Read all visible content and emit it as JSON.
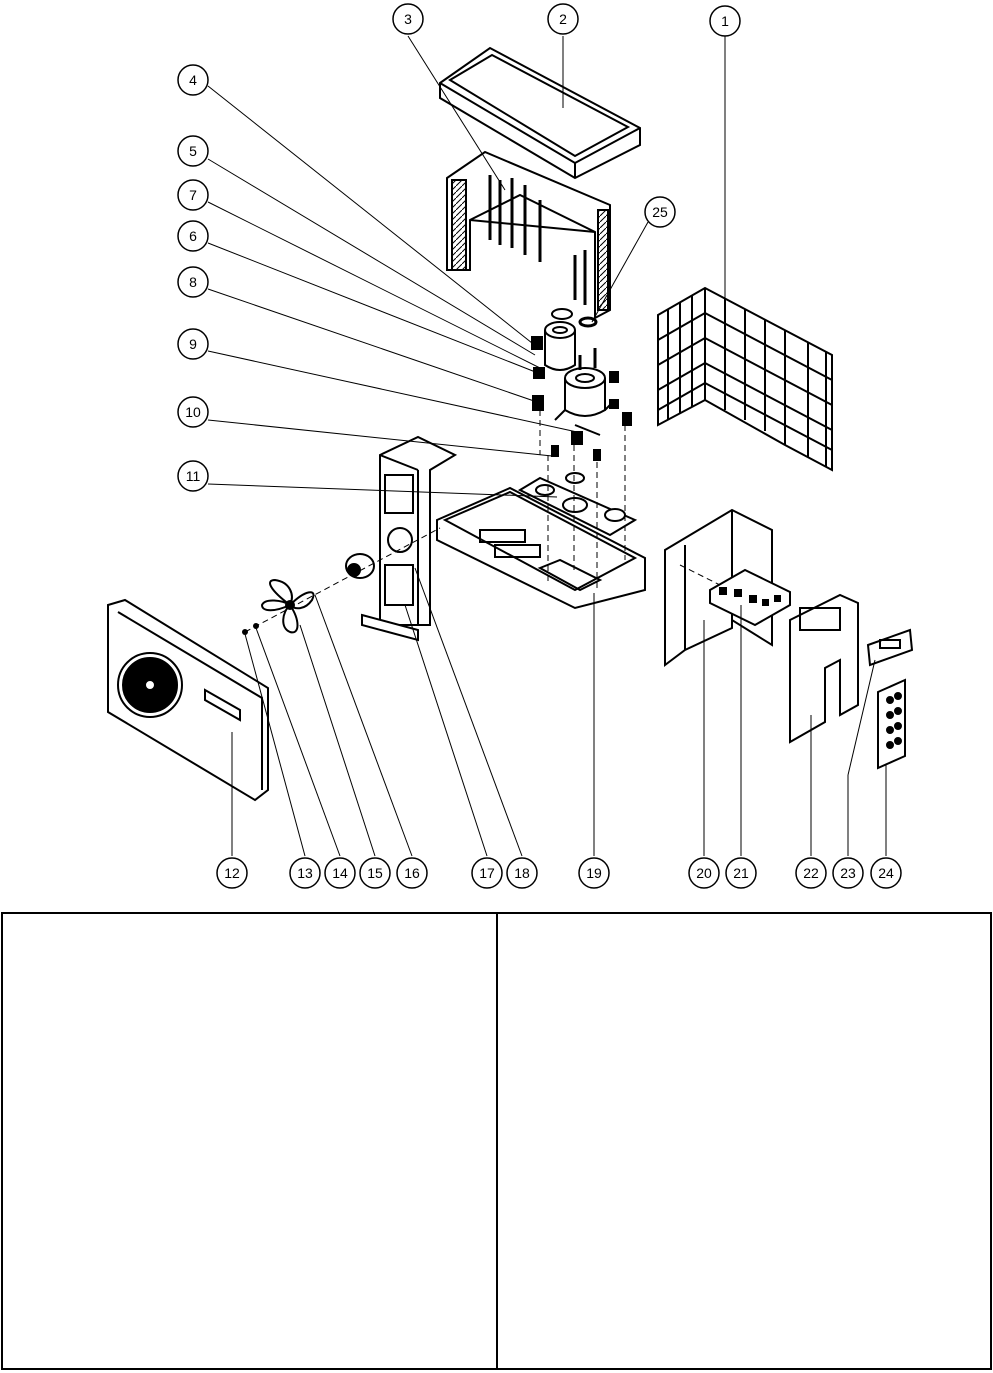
{
  "diagram": {
    "part_labels": [
      "1",
      "2",
      "3",
      "4",
      "5",
      "6",
      "7",
      "8",
      "9",
      "10",
      "11",
      "12",
      "13",
      "14",
      "15",
      "16",
      "17",
      "18",
      "19",
      "20",
      "21",
      "22",
      "23",
      "24",
      "25"
    ]
  },
  "table": {
    "left_cell": "",
    "right_cell": ""
  }
}
